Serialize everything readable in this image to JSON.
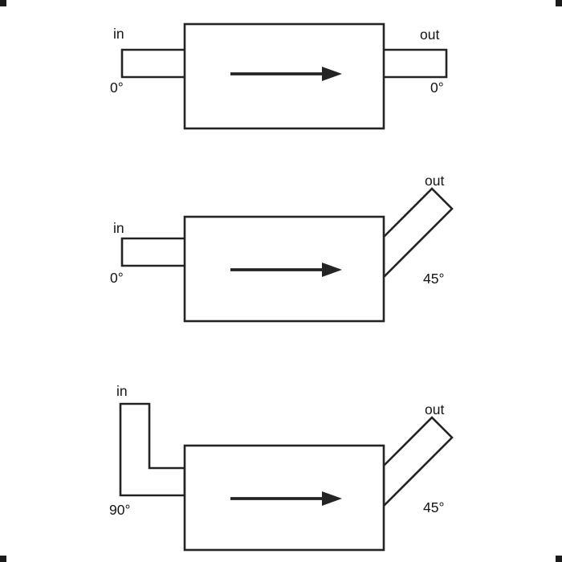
{
  "figure": {
    "diagrams": [
      {
        "in_label": "in",
        "in_angle": "0°",
        "out_label": "out",
        "out_angle": "0°"
      },
      {
        "in_label": "in",
        "in_angle": "0°",
        "out_label": "out",
        "out_angle": "45°"
      },
      {
        "in_label": "in",
        "in_angle": "90°",
        "out_label": "out",
        "out_angle": "45°"
      }
    ]
  },
  "colors": {
    "line": "#242424",
    "text": "#141414",
    "background": "#ffffff"
  }
}
